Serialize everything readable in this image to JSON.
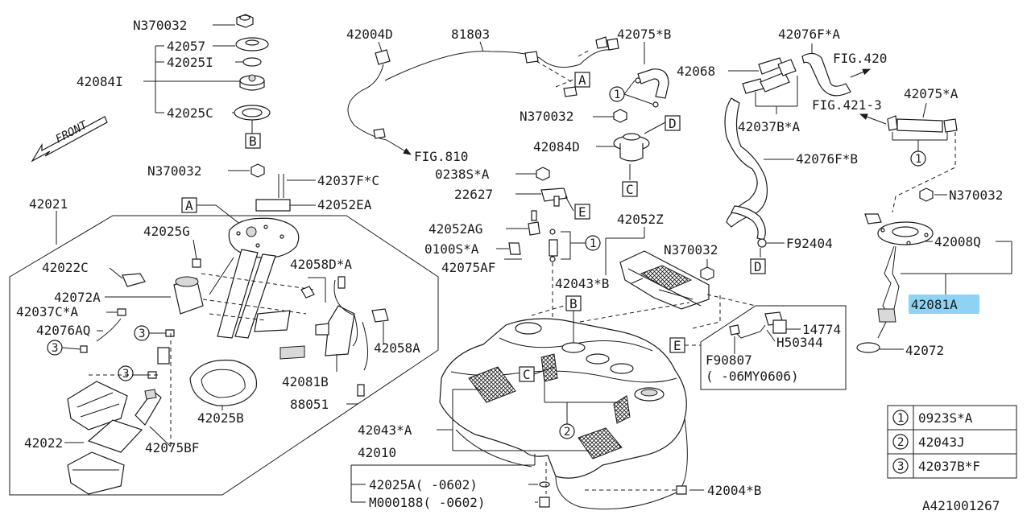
{
  "diagram_id": "A421001267",
  "front_label": "FRONT",
  "highlighted_part": "42081A",
  "highlight_color": "#8fd3f4",
  "legend": [
    {
      "num": "1",
      "part": "0923S*A"
    },
    {
      "num": "2",
      "part": "42043J"
    },
    {
      "num": "3",
      "part": "42037B*F"
    }
  ],
  "callouts": [
    "A",
    "B",
    "C",
    "D",
    "E"
  ],
  "labels": {
    "n370032_top": "N370032",
    "p42057": "42057",
    "p42025I": "42025I",
    "p42084I": "42084I",
    "p42025C": "42025C",
    "n370032_mid": "N370032",
    "p42037FC": "42037F*C",
    "p42052EA": "42052EA",
    "p42021": "42021",
    "p42025G": "42025G",
    "p42022C": "42022C",
    "p42072A": "42072A",
    "p42037CA": "42037C*A",
    "p42076AQ": "42076AQ",
    "p42058DA": "42058D*A",
    "p42058A": "42058A",
    "p42081B": "42081B",
    "p88051": "88051",
    "p42025B": "42025B",
    "p42022": "42022",
    "p42075BF": "42075BF",
    "p42004D": "42004D",
    "p81803": "81803",
    "p42075B": "42075*B",
    "fig810": "FIG.810",
    "n370032_c": "N370032",
    "p42084D": "42084D",
    "p0238SA": "0238S*A",
    "p22627": "22627",
    "p42052AG": "42052AG",
    "p0100SA": "0100S*A",
    "p42075AF": "42075AF",
    "p42052Z": "42052Z",
    "n370032_d": "N370032",
    "p42043B": "42043*B",
    "p42076FA": "42076F*A",
    "fig420": "FIG.420",
    "p42068": "42068",
    "fig4213": "FIG.421-3",
    "p42075A": "42075*A",
    "p42037BA": "42037B*A",
    "p42076FB": "42076F*B",
    "f92404": "F92404",
    "n370032_e": "N370032",
    "p42008Q": "42008Q",
    "p42081A": "42081A",
    "p14774": "14774",
    "h50344": "H50344",
    "f90807": "F90807",
    "f90807_note": "( -06MY0606)",
    "p42072": "42072",
    "p42043A": "42043*A",
    "p42010": "42010",
    "p42025A": "42025A( -0602)",
    "m000188": "M000188( -0602)",
    "p42004B": "42004*B"
  }
}
